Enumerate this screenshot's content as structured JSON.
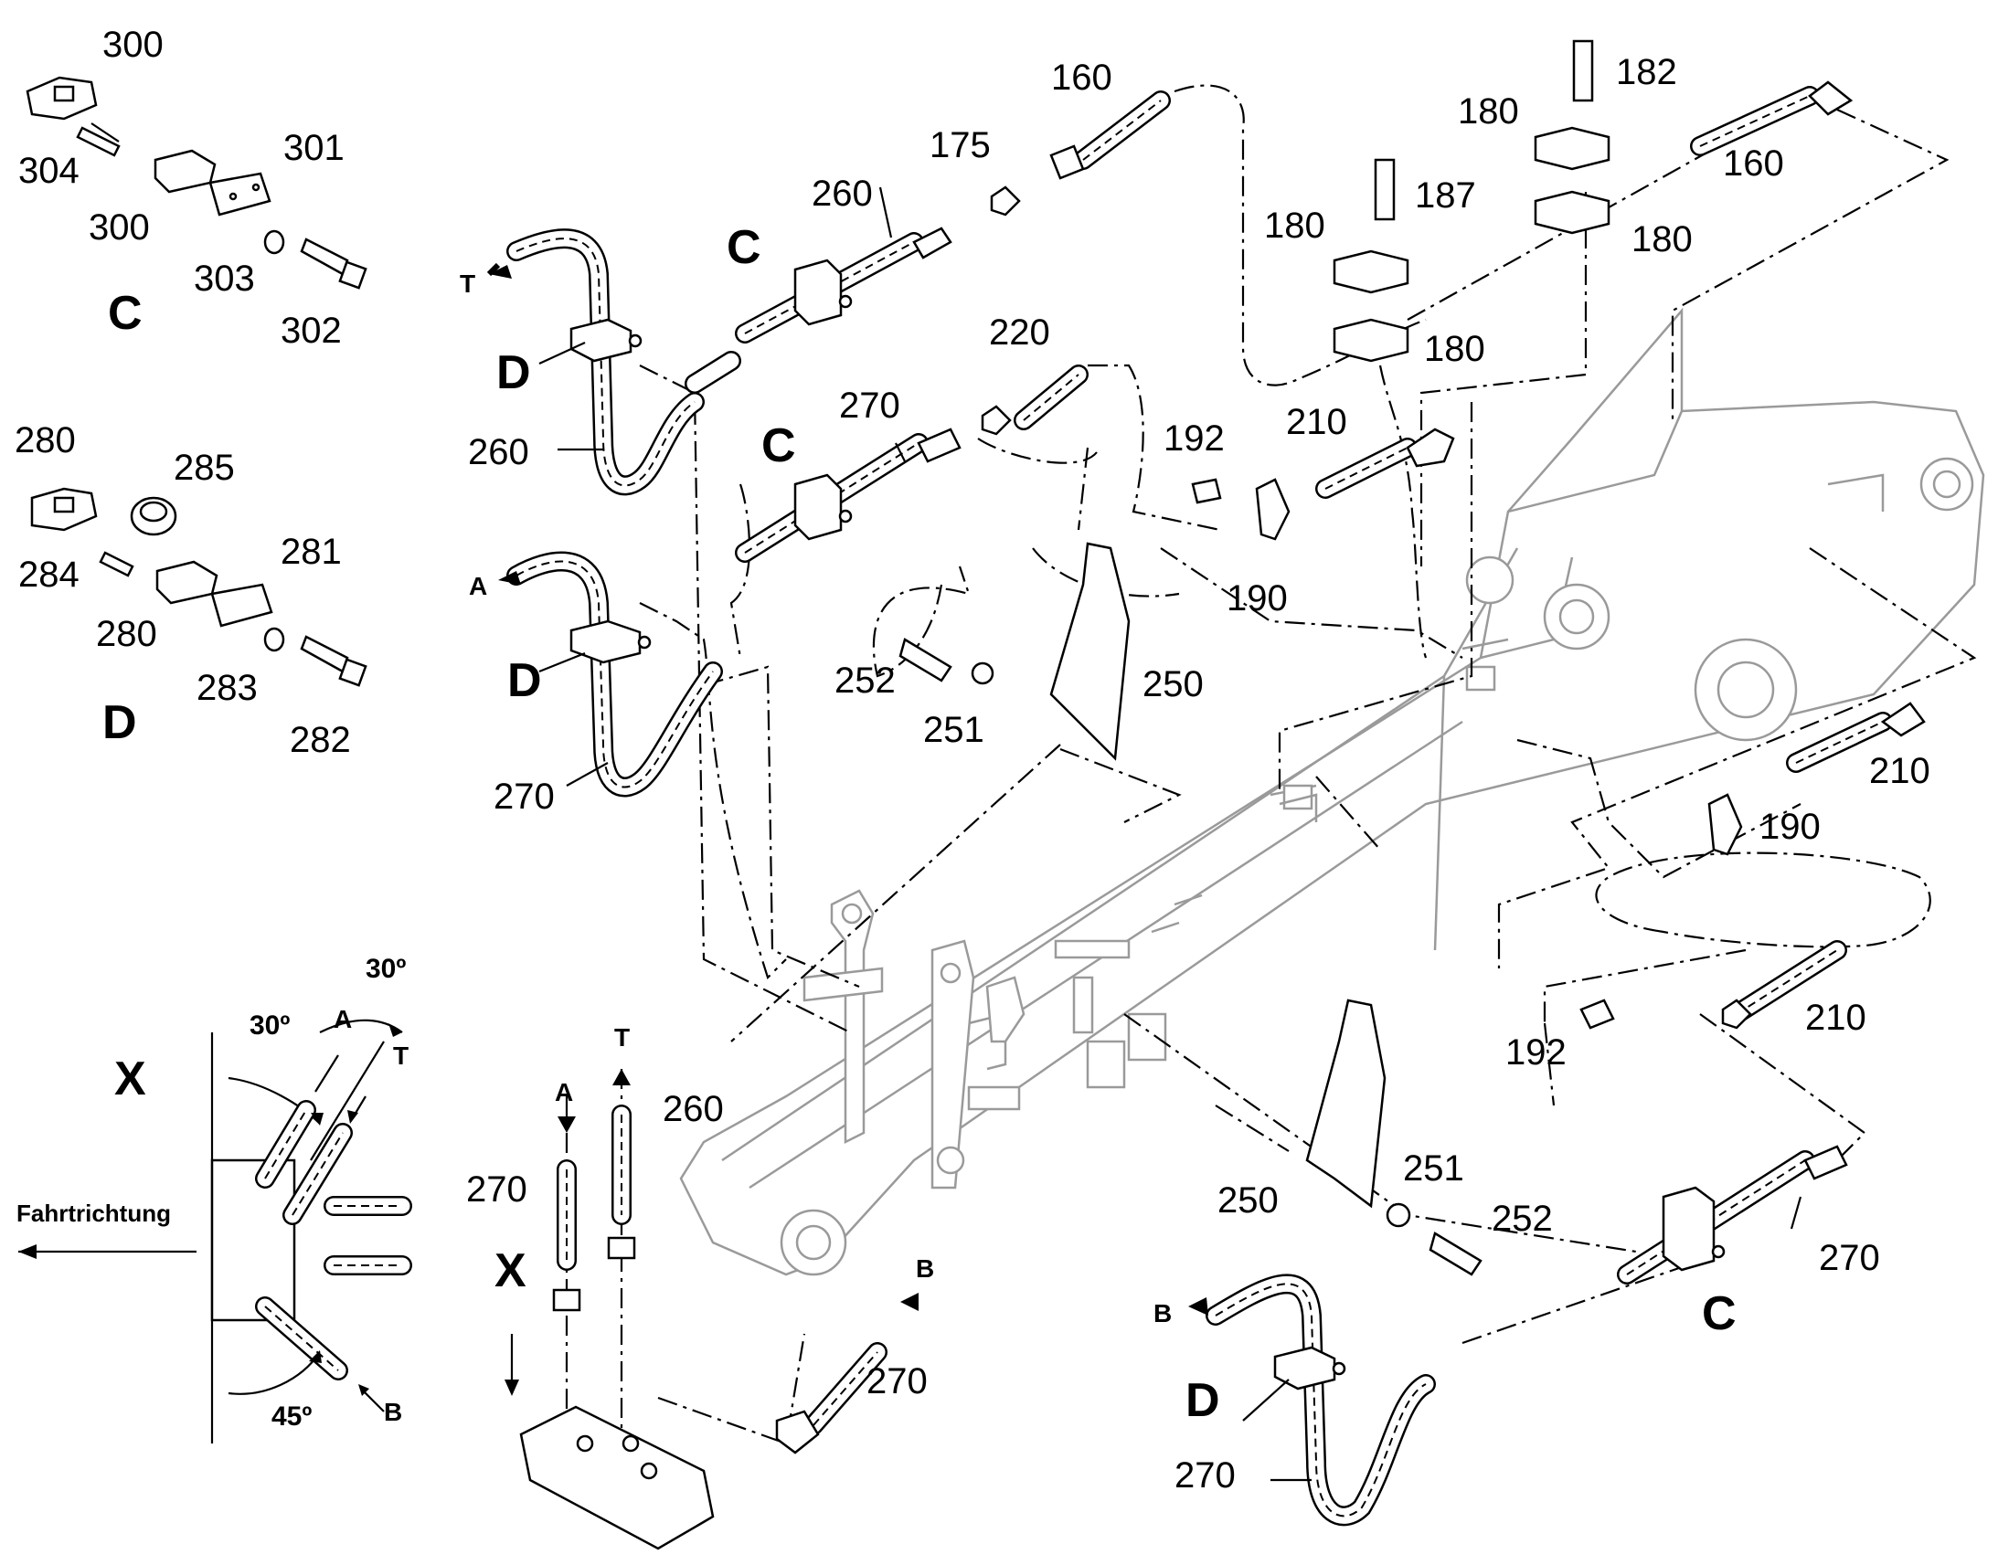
{
  "callouts": {
    "c300a": "300",
    "c304": "304",
    "c300b": "300",
    "c301": "301",
    "c303": "303",
    "c302": "302",
    "c280a": "280",
    "c285": "285",
    "c284": "284",
    "c281": "281",
    "c280b": "280",
    "c283": "283",
    "c282": "282",
    "c160a": "160",
    "c175": "175",
    "c260a": "260",
    "c182": "182",
    "c180a": "180",
    "c187": "187",
    "c180b": "180",
    "c160b": "160",
    "c180c": "180",
    "c180d": "180",
    "c220": "220",
    "c270a": "270",
    "c192a": "192",
    "c210a": "210",
    "c190a": "190",
    "c260b": "260",
    "c252a": "252",
    "c251a": "251",
    "c250a": "250",
    "c270b": "270",
    "c210b": "210",
    "c190b": "190",
    "c210c": "210",
    "c192b": "192",
    "c260c": "260",
    "c270c": "270",
    "c251b": "251",
    "c252b": "252",
    "c250b": "250",
    "c270d": "270",
    "c270e": "270",
    "c270f": "270"
  },
  "view_letters": {
    "legend_c": "C",
    "legend_d": "D",
    "c_top": "C",
    "c_mid": "C",
    "c_right": "C",
    "d_top": "D",
    "d_mid": "D",
    "d_bottom": "D",
    "x_detail": "X",
    "x_view": "X"
  },
  "port_labels": {
    "t_top": "T",
    "a_mid": "A",
    "b_right": "B",
    "b_bottom": "B",
    "a_vert": "A",
    "t_vert": "T",
    "x_a": "A",
    "x_t": "T",
    "x_b": "B"
  },
  "angles": {
    "outer_30": "30º",
    "inner_30": "30º",
    "lower_45": "45º"
  },
  "direction_label": "Fahrtrichtung"
}
